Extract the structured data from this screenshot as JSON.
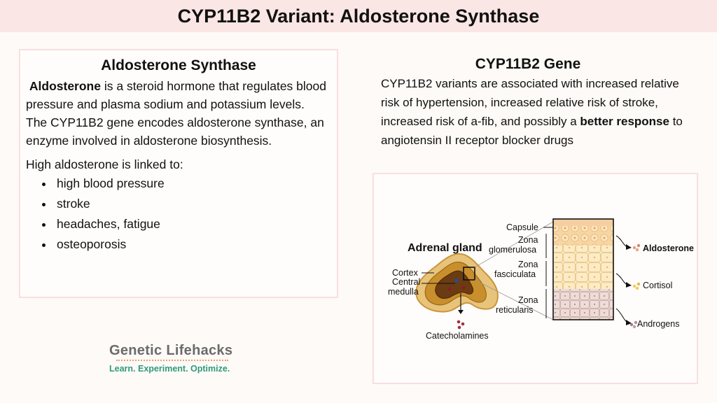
{
  "title": "CYP11B2 Variant: Aldosterone Synthase",
  "left": {
    "heading": "Aldosterone Synthase",
    "p1_bold": "Aldosterone",
    "p1_rest": " is a steroid hormone that regulates blood pressure and plasma sodium and potassium levels.",
    "p2": "The CYP11B2 gene encodes aldosterone synthase, an enzyme involved in aldosterone biosynthesis.",
    "linked_intro": "High aldosterone is linked to:",
    "bullets": [
      "high blood pressure",
      "stroke",
      "headaches, fatigue",
      "osteoporosis"
    ]
  },
  "right": {
    "heading": "CYP11B2 Gene",
    "text_before": "CYP11B2 variants are associated with increased relative risk of hypertension, increased relative risk of stroke, increased risk of a-fib, and possibly a ",
    "text_bold": "better response",
    "text_after": " to angiotensin II receptor blocker drugs"
  },
  "figure": {
    "adrenal_label": "Adrenal gland",
    "cortex": "Cortex",
    "central": "Central",
    "medulla": "medulla",
    "catecholamines": "Catecholamines",
    "capsule": "Capsule",
    "zona1": "Zona",
    "glomerulosa": "glomerulosa",
    "zona2": "Zona",
    "fasciculata": "fasciculata",
    "zona3": "Zona",
    "reticularis": "reticularis",
    "aldosterone": "Aldosterone",
    "cortisol": "Cortisol",
    "androgens": "Androgens"
  },
  "logo": {
    "name": "Genetic Lifehacks",
    "tagline": "Learn. Experiment. Optimize."
  },
  "colors": {
    "title_bg": "#fae6e4",
    "card_border": "#f8dfdf",
    "tagline": "#2f9b7a",
    "logo_text": "#6b6b6b"
  }
}
